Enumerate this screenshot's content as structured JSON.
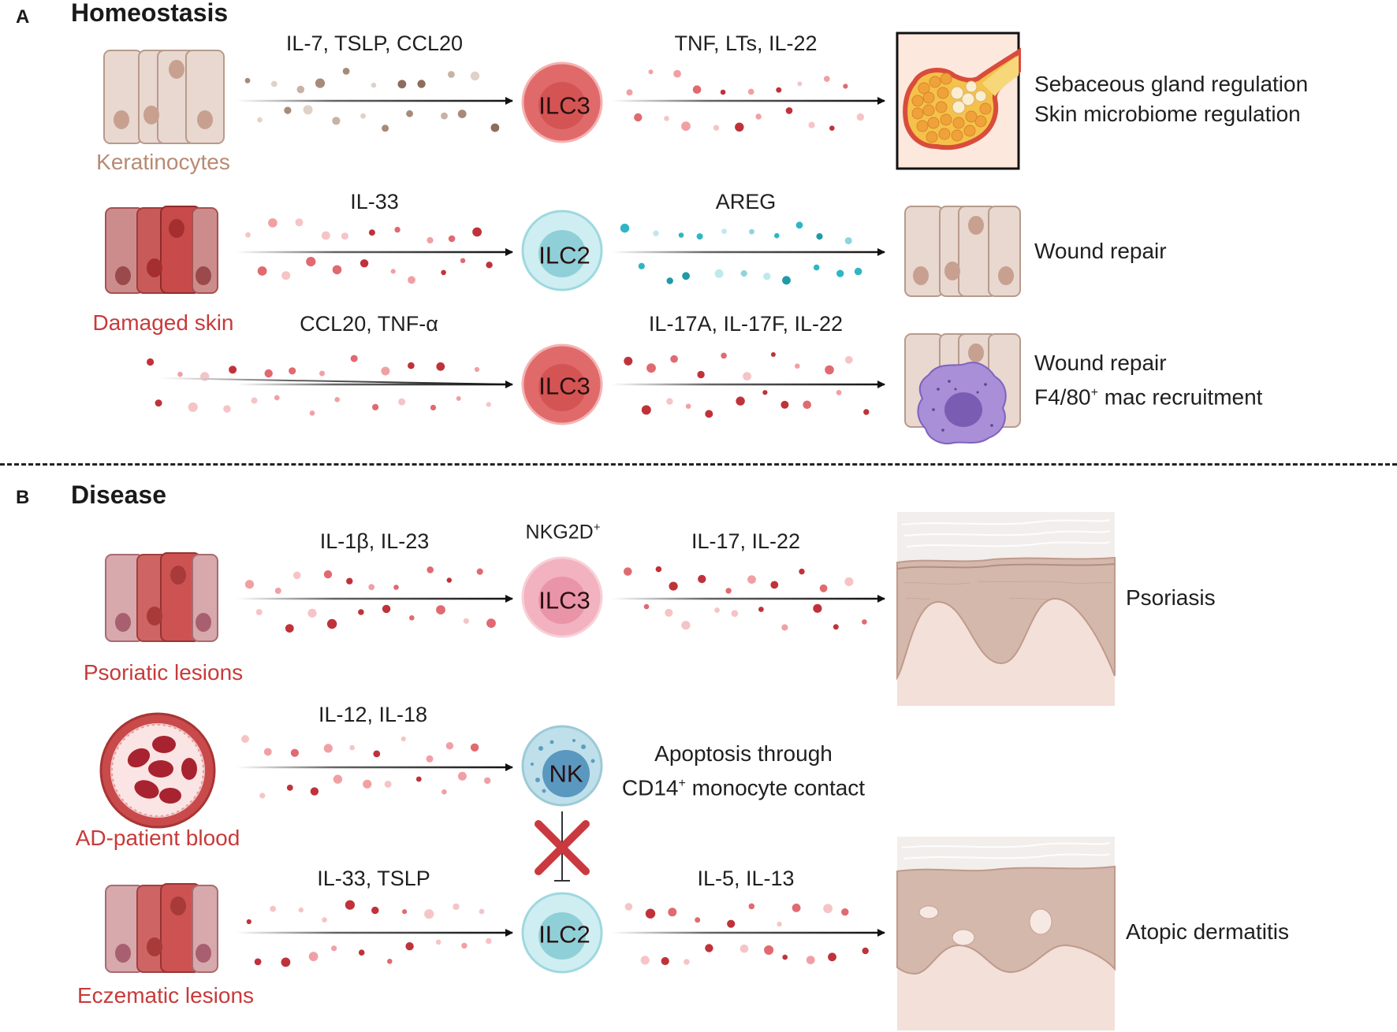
{
  "panels": {
    "a": {
      "letter": "A",
      "title": "Homeostasis"
    },
    "b": {
      "letter": "B",
      "title": "Disease"
    }
  },
  "homeostasis": {
    "row1": {
      "source": "Keratinocytes",
      "input_cytokines": "IL-7, TSLP, CCL20",
      "cell": "ILC3",
      "output_cytokines": "TNF, LTs, IL-22",
      "outcome_line1": "Sebaceous gland regulation",
      "outcome_line2": "Skin microbiome regulation"
    },
    "row2": {
      "input_cytokines": "IL-33",
      "cell": "ILC2",
      "output_cytokines": "AREG",
      "outcome_line1": "Wound repair"
    },
    "source_damaged": "Damaged skin",
    "row3": {
      "input_cytokines": "CCL20, TNF-α",
      "cell": "ILC3",
      "output_cytokines": "IL-17A, IL-17F, IL-22",
      "outcome_line1": "Wound repair",
      "outcome_line2_pre": "F4/80",
      "outcome_line2_sup": "+",
      "outcome_line2_post": " mac recruitment"
    }
  },
  "disease": {
    "row1": {
      "source": "Psoriatic lesions",
      "input_cytokines": "IL-1β, IL-23",
      "cell_marker": "NKG2D",
      "cell_marker_sup": "+",
      "cell": "ILC3",
      "output_cytokines": "IL-17, IL-22",
      "outcome": "Psoriasis"
    },
    "row2": {
      "source": "AD-patient blood",
      "input_cytokines": "IL-12, IL-18",
      "cell": "NK",
      "outcome_line1": "Apoptosis through",
      "outcome_line2_pre": "CD14",
      "outcome_line2_sup": "+",
      "outcome_line2_post": " monocyte contact"
    },
    "row3": {
      "source": "Eczematic lesions",
      "input_cytokines": "IL-33, TSLP",
      "cell": "ILC2",
      "output_cytokines": "IL-5, IL-13",
      "outcome": "Atopic dermatitis"
    }
  },
  "colors": {
    "ilc3": "#e06a6a",
    "ilc3_psoriasis": "#f0a3b4",
    "ilc2": "#bfe6ec",
    "nk": "#a9d4e0",
    "cytokine_red": "#c0323a",
    "cytokine_pink": "#f0a0a4",
    "cytokine_teal": "#2fb6c4",
    "cytokine_brown": "#a88a78",
    "inhibit": "#c9393f"
  },
  "icons": [
    "keratinocyte-cells-icon",
    "damaged-cells-icon",
    "sebaceous-gland-icon",
    "macrophage-icon",
    "blood-vessel-icon",
    "skin-section-icon",
    "inhibition-cross-icon"
  ]
}
